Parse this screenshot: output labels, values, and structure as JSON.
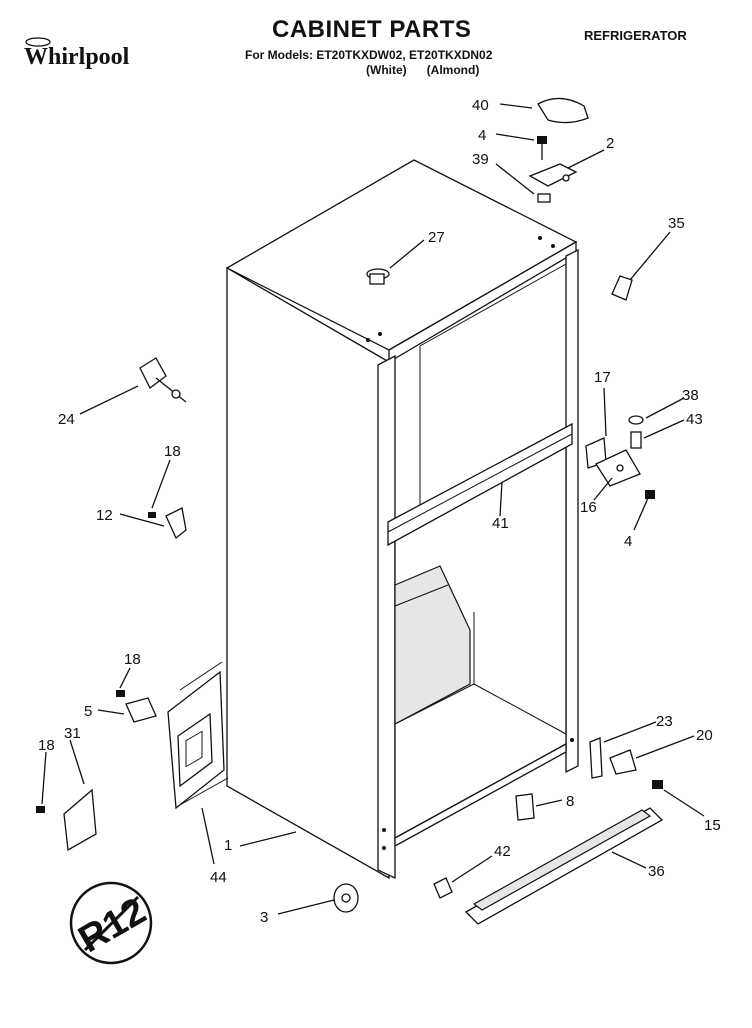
{
  "header": {
    "title": "CABINET PARTS",
    "product": "REFRIGERATOR",
    "models_line": "For Models: ET20TKXDW02, ET20TKXDN02",
    "variants_line": "(White)      (Almond)"
  },
  "brand": {
    "logo_text": "Whirlpool",
    "badge_text": ""
  },
  "callouts": [
    {
      "id": "40",
      "label": "40"
    },
    {
      "id": "4a",
      "label": "4"
    },
    {
      "id": "2",
      "label": "2"
    },
    {
      "id": "39",
      "label": "39"
    },
    {
      "id": "35",
      "label": "35"
    },
    {
      "id": "27",
      "label": "27"
    },
    {
      "id": "24",
      "label": "24"
    },
    {
      "id": "17",
      "label": "17"
    },
    {
      "id": "38",
      "label": "38"
    },
    {
      "id": "43",
      "label": "43"
    },
    {
      "id": "18a",
      "label": "18"
    },
    {
      "id": "12",
      "label": "12"
    },
    {
      "id": "16",
      "label": "16"
    },
    {
      "id": "41",
      "label": "41"
    },
    {
      "id": "4b",
      "label": "4"
    },
    {
      "id": "18b",
      "label": "18"
    },
    {
      "id": "5",
      "label": "5"
    },
    {
      "id": "31",
      "label": "31"
    },
    {
      "id": "18c",
      "label": "18"
    },
    {
      "id": "23",
      "label": "23"
    },
    {
      "id": "20",
      "label": "20"
    },
    {
      "id": "8",
      "label": "8"
    },
    {
      "id": "15",
      "label": "15"
    },
    {
      "id": "1",
      "label": "1"
    },
    {
      "id": "44",
      "label": "44"
    },
    {
      "id": "42",
      "label": "42"
    },
    {
      "id": "36",
      "label": "36"
    },
    {
      "id": "3",
      "label": "3"
    }
  ],
  "refrigerant_mark": {
    "text": "R12"
  },
  "colors": {
    "ink": "#111111",
    "paper": "#ffffff"
  }
}
